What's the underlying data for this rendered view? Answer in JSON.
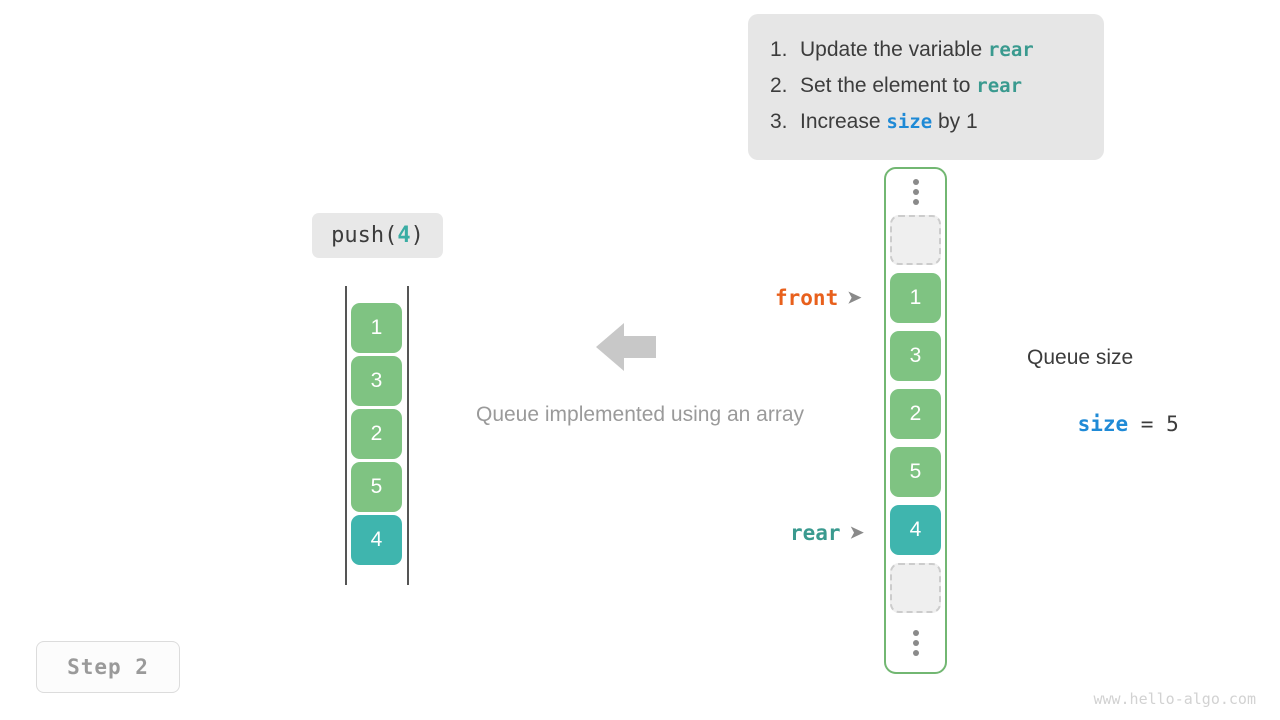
{
  "instructions": {
    "items": [
      {
        "num": "1.",
        "pre": "Update the variable ",
        "code": "rear",
        "code_style": "teal",
        "post": ""
      },
      {
        "num": "2.",
        "pre": "Set the element to ",
        "code": "rear",
        "code_style": "teal",
        "post": ""
      },
      {
        "num": "3.",
        "pre": "Increase ",
        "code": "size",
        "code_style": "blue",
        "post": " by 1"
      }
    ]
  },
  "operation": {
    "name": "push(",
    "value": "4",
    "close": ")"
  },
  "left_array": {
    "values": [
      "1",
      "3",
      "2",
      "5",
      "4"
    ],
    "highlight_index": 4
  },
  "ring_array": {
    "top_dots": "vertical-ellipsis",
    "bottom_dots": "vertical-ellipsis",
    "cells": [
      {
        "value": "",
        "state": "empty"
      },
      {
        "value": "1",
        "state": "green"
      },
      {
        "value": "3",
        "state": "green"
      },
      {
        "value": "2",
        "state": "green"
      },
      {
        "value": "5",
        "state": "green"
      },
      {
        "value": "4",
        "state": "teal"
      },
      {
        "value": "",
        "state": "empty"
      }
    ]
  },
  "pointers": {
    "front": {
      "label": "front",
      "arrow": "➤"
    },
    "rear": {
      "label": "rear",
      "arrow": "➤"
    }
  },
  "size_readout": {
    "title": "Queue size",
    "var": "size",
    "equals": " = ",
    "value": "5"
  },
  "caption": "Queue implemented using an array",
  "step_badge": "Step 2",
  "watermark": "www.hello-algo.com",
  "colors": {
    "green": "#7fc382",
    "teal": "#3fb5ae",
    "front_orange": "#e8601c",
    "rear_teal": "#3a9a8f",
    "size_blue": "#1f8ad6",
    "container_border": "#72b772",
    "panel_bg": "#e6e6e6",
    "arrow_gray": "#c8c8c8"
  }
}
